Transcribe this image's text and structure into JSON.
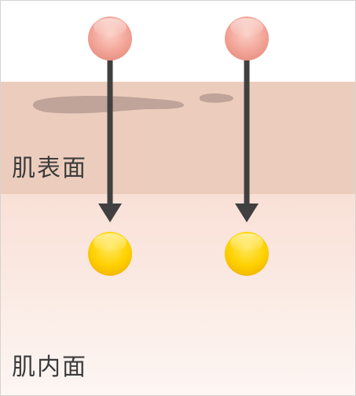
{
  "labels": {
    "skin_surface": "肌表面",
    "skin_inner": "肌内面"
  },
  "colors": {
    "skin_surface_band": "#eccdbd",
    "skin_inner_band": "#fbece6",
    "surface_ball": "#f2a396",
    "inner_ball": "#ffd100",
    "arrow": "#404040",
    "blemish": "#b99b93"
  },
  "items": [
    {
      "name": "left",
      "start": "pink-ball",
      "end": "yellow-ball"
    },
    {
      "name": "right",
      "start": "pink-ball",
      "end": "yellow-ball"
    }
  ]
}
